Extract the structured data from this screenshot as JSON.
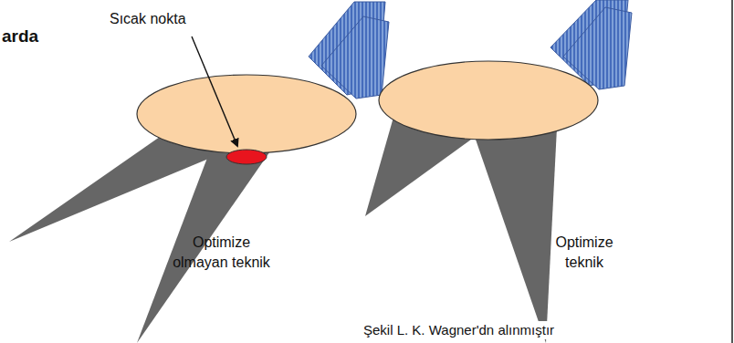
{
  "diagram": {
    "caption": "Şekil  L. K. Wagner'dn alınmıştır",
    "labels": [
      "arda",
      "Sıcak nokta",
      "Optimize olmayan teknik",
      "Optimize teknik"
    ]
  }
}
